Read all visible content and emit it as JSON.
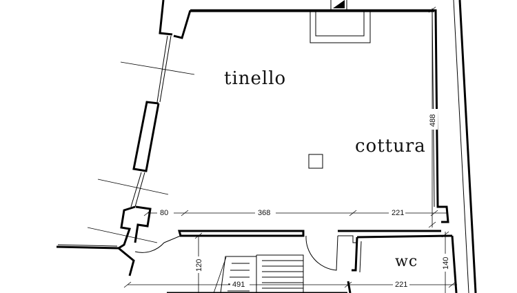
{
  "rooms": {
    "tinello": "tinello",
    "cottura": "cottura",
    "wc": "wc"
  },
  "dimensions": {
    "d80": "80",
    "d368": "368",
    "d221_top": "221",
    "d488": "488",
    "d120": "120",
    "d491": "491",
    "d221_bottom": "221",
    "d140": "140"
  }
}
